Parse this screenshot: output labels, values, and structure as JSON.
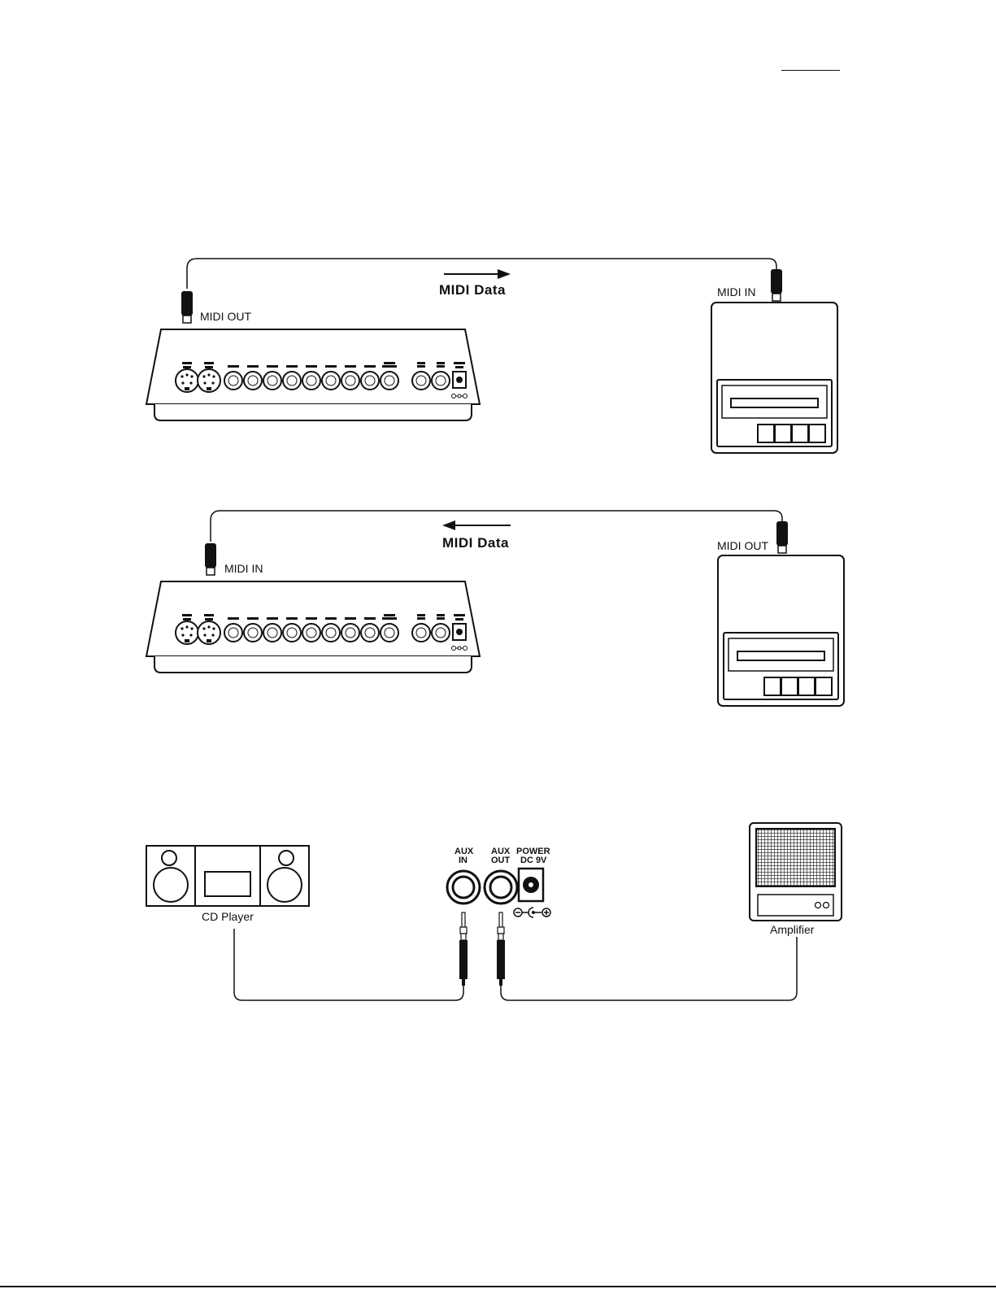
{
  "connection_midi_out": {
    "cable_label": "MIDI OUT",
    "device_port_label": "MIDI IN",
    "data_label": "MIDI Data",
    "arrow_direction": "right"
  },
  "connection_midi_in": {
    "cable_label": "MIDI IN",
    "device_port_label": "MIDI OUT",
    "data_label": "MIDI Data",
    "arrow_direction": "left"
  },
  "audio_connection": {
    "source_label": "CD Player",
    "destination_label": "Amplifier",
    "aux_in_label": "AUX",
    "aux_in_label2": "IN",
    "aux_out_label": "AUX",
    "aux_out_label2": "OUT",
    "power_label": "POWER",
    "power_label2": "DC 9V"
  },
  "colors": {
    "ink": "#111111",
    "background": "#ffffff"
  }
}
